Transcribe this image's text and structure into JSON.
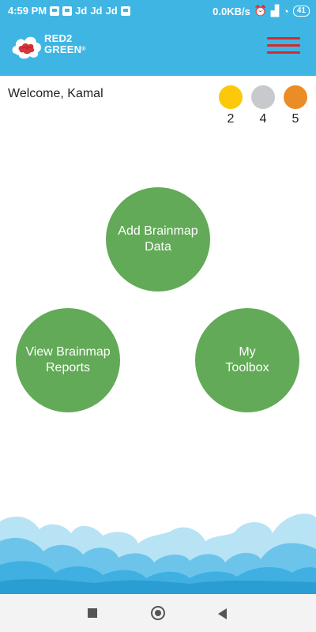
{
  "status_bar": {
    "time": "4:59 PM",
    "carrier_icons": [
      "Jd",
      "Jd",
      "Jd"
    ],
    "network_speed": "0.0KB/s",
    "battery": "41"
  },
  "app": {
    "logo_line1": "RED2",
    "logo_line2": "GREEN",
    "logo_mark": "®"
  },
  "welcome": {
    "text": "Welcome, Kamal"
  },
  "counters": [
    {
      "color": "#fbc90a",
      "value": "2"
    },
    {
      "color": "#c8c9cc",
      "value": "4"
    },
    {
      "color": "#ec8c27",
      "value": "5"
    }
  ],
  "actions": {
    "add_brainmap_line1": "Add Brainmap",
    "add_brainmap_line2": "Data",
    "view_reports_line1": "View Brainmap",
    "view_reports_line2": "Reports",
    "toolbox_line1": "My",
    "toolbox_line2": "Toolbox"
  },
  "colors": {
    "header": "#3fb5e3",
    "action_green": "#62aa57",
    "menu_red": "#d62b2b"
  }
}
